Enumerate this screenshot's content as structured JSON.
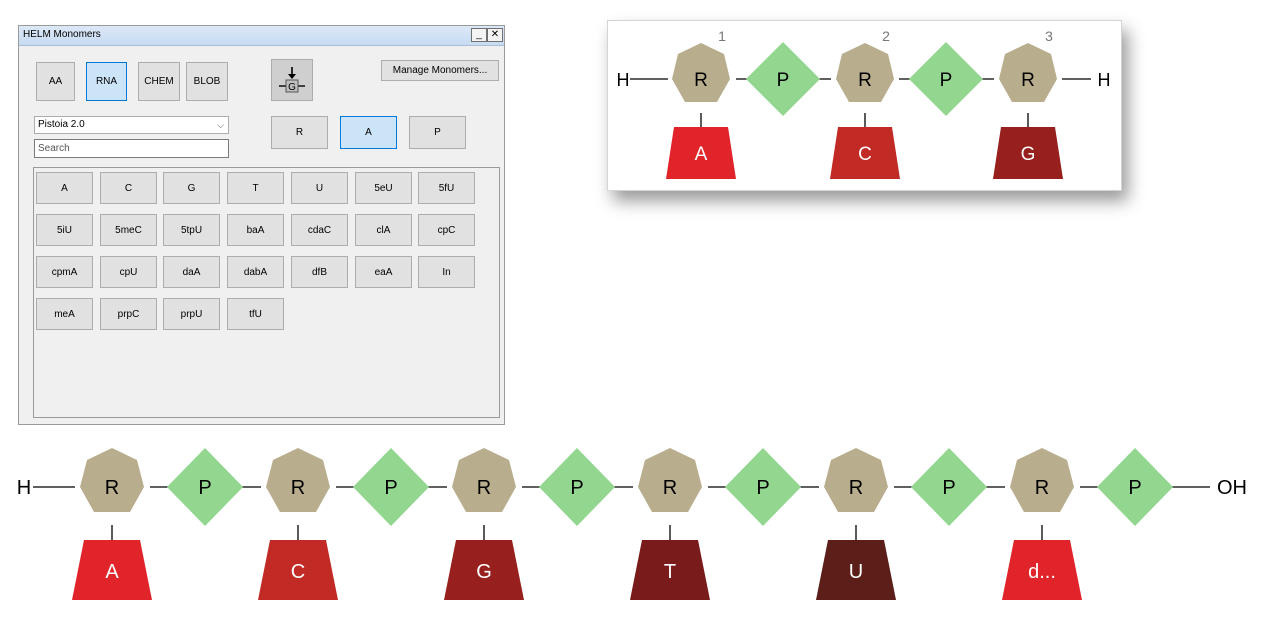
{
  "dialog": {
    "title": "HELM Monomers",
    "minimize_label": "_",
    "close_label": "✕",
    "polymer_types": [
      "AA",
      "RNA",
      "CHEM",
      "BLOB"
    ],
    "selected_polymer_type": "RNA",
    "manage_label": "Manage Monomers...",
    "insert_tool_icon": "arrow-down-into-g-monomer-icon",
    "monomer_set": "Pistoia 2.0",
    "search_placeholder": "Search",
    "rna_parts": [
      "R",
      "A",
      "P"
    ],
    "selected_rna_part": "A",
    "monomers": [
      "A",
      "C",
      "G",
      "T",
      "U",
      "5eU",
      "5fU",
      "5iU",
      "5meC",
      "5tpU",
      "baA",
      "cdaC",
      "clA",
      "cpC",
      "cpmA",
      "cpU",
      "daA",
      "dabA",
      "dfB",
      "eaA",
      "In",
      "meA",
      "prpC",
      "prpU",
      "tfU"
    ]
  },
  "sequence_small": {
    "start_cap": "H",
    "end_cap": "H",
    "positions": [
      "1",
      "2",
      "3"
    ],
    "sugar_label": "R",
    "phosphate_label": "P",
    "bases": [
      "A",
      "C",
      "G"
    ],
    "base_colors": [
      "#e0242a",
      "#c12a25",
      "#97201e"
    ],
    "sugar_color": "#b8ad8c",
    "phosphate_color": "#92d690"
  },
  "sequence_large": {
    "start_cap": "H",
    "end_cap": "OH",
    "sugar_label": "R",
    "phosphate_label": "P",
    "bases": [
      "A",
      "C",
      "G",
      "T",
      "U",
      "d..."
    ],
    "base_colors": [
      "#e0242a",
      "#c12a25",
      "#97201e",
      "#7a1b1b",
      "#5b1e18",
      "#e0242a"
    ],
    "sugar_color": "#b8ad8c",
    "phosphate_color": "#92d690"
  }
}
